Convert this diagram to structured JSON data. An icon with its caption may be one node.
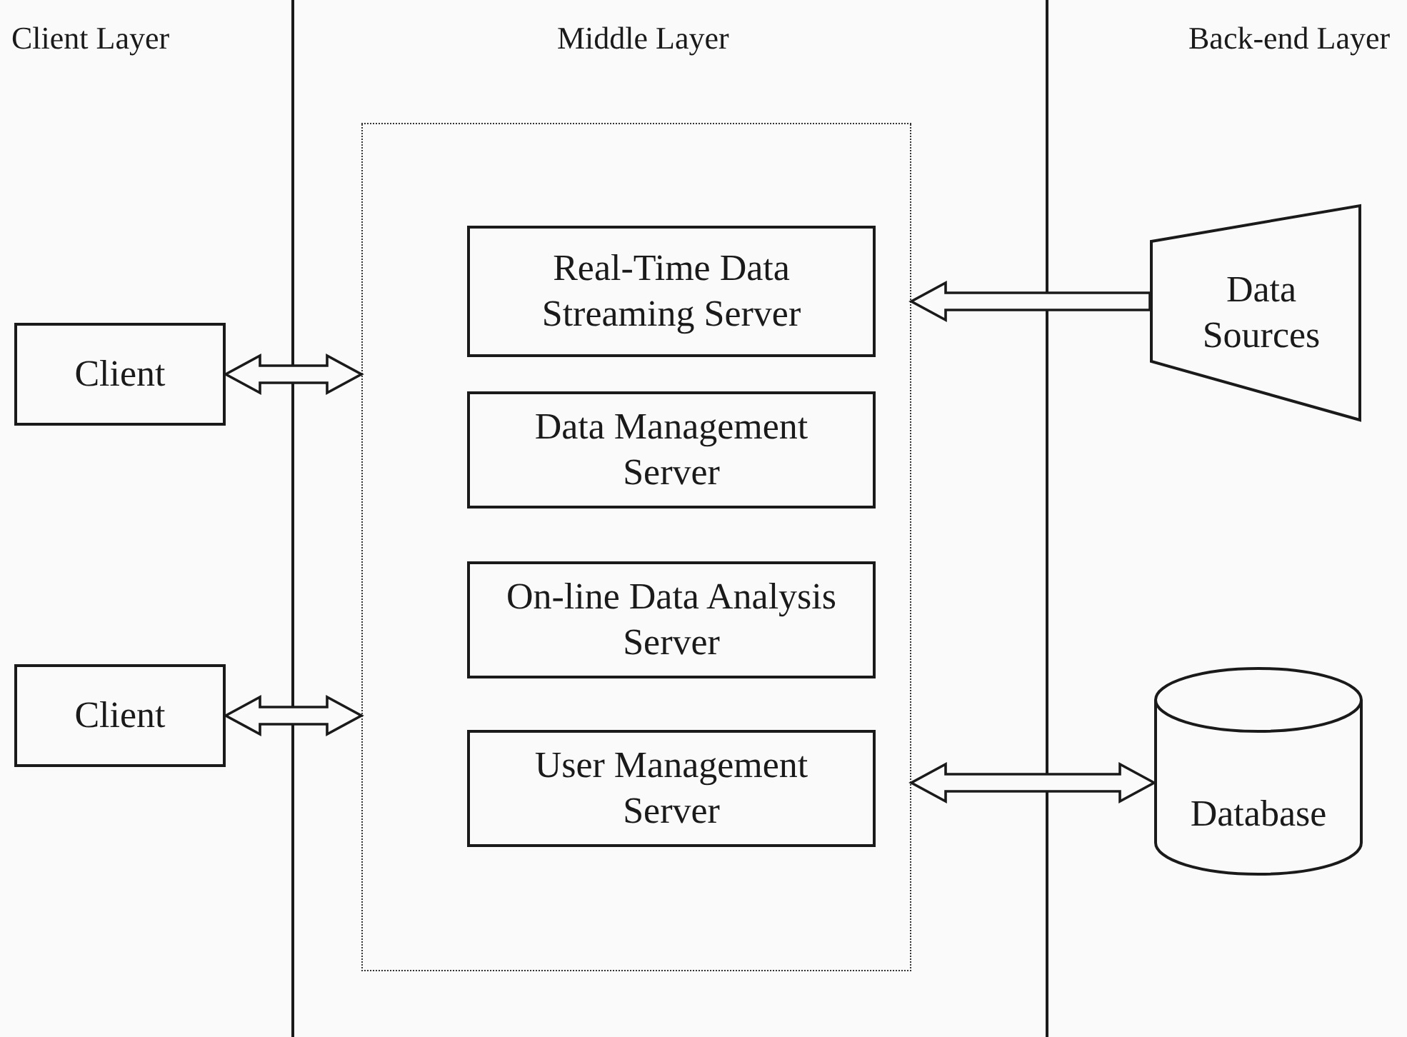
{
  "diagram": {
    "nodes": [
      {
        "text": [],
        "shape": "box"
      },
      {
        "text": [
          "Real-Time Data Streaming Server"
        ],
        "in": 0
      },
      {
        "text": [
          "Data Management Server"
        ],
        "in": 0
      },
      {
        "text": [
          "On-line Data Analysis Server"
        ],
        "in": 0
      },
      {
        "text": [
          "User Management Server"
        ],
        "in": 0
      },
      {
        "text": [
          "Client"
        ]
      },
      {
        "text": [
          "Client"
        ]
      },
      {
        "text": [
          "Data Sources"
        ]
      },
      {
        "text": [
          "Database"
        ]
      }
    ],
    "edges": [
      {
        "from": 5,
        "to": 0,
        "arrow": "both"
      },
      {
        "from": 6,
        "to": 0,
        "arrow": "both"
      },
      {
        "from": 7,
        "to": 0,
        "arrow": "to"
      },
      {
        "from": 8,
        "to": 0,
        "arrow": "both"
      }
    ],
    "labels": [
      "Client Layer",
      "Middle Layer",
      "Back-end Layer"
    ]
  }
}
